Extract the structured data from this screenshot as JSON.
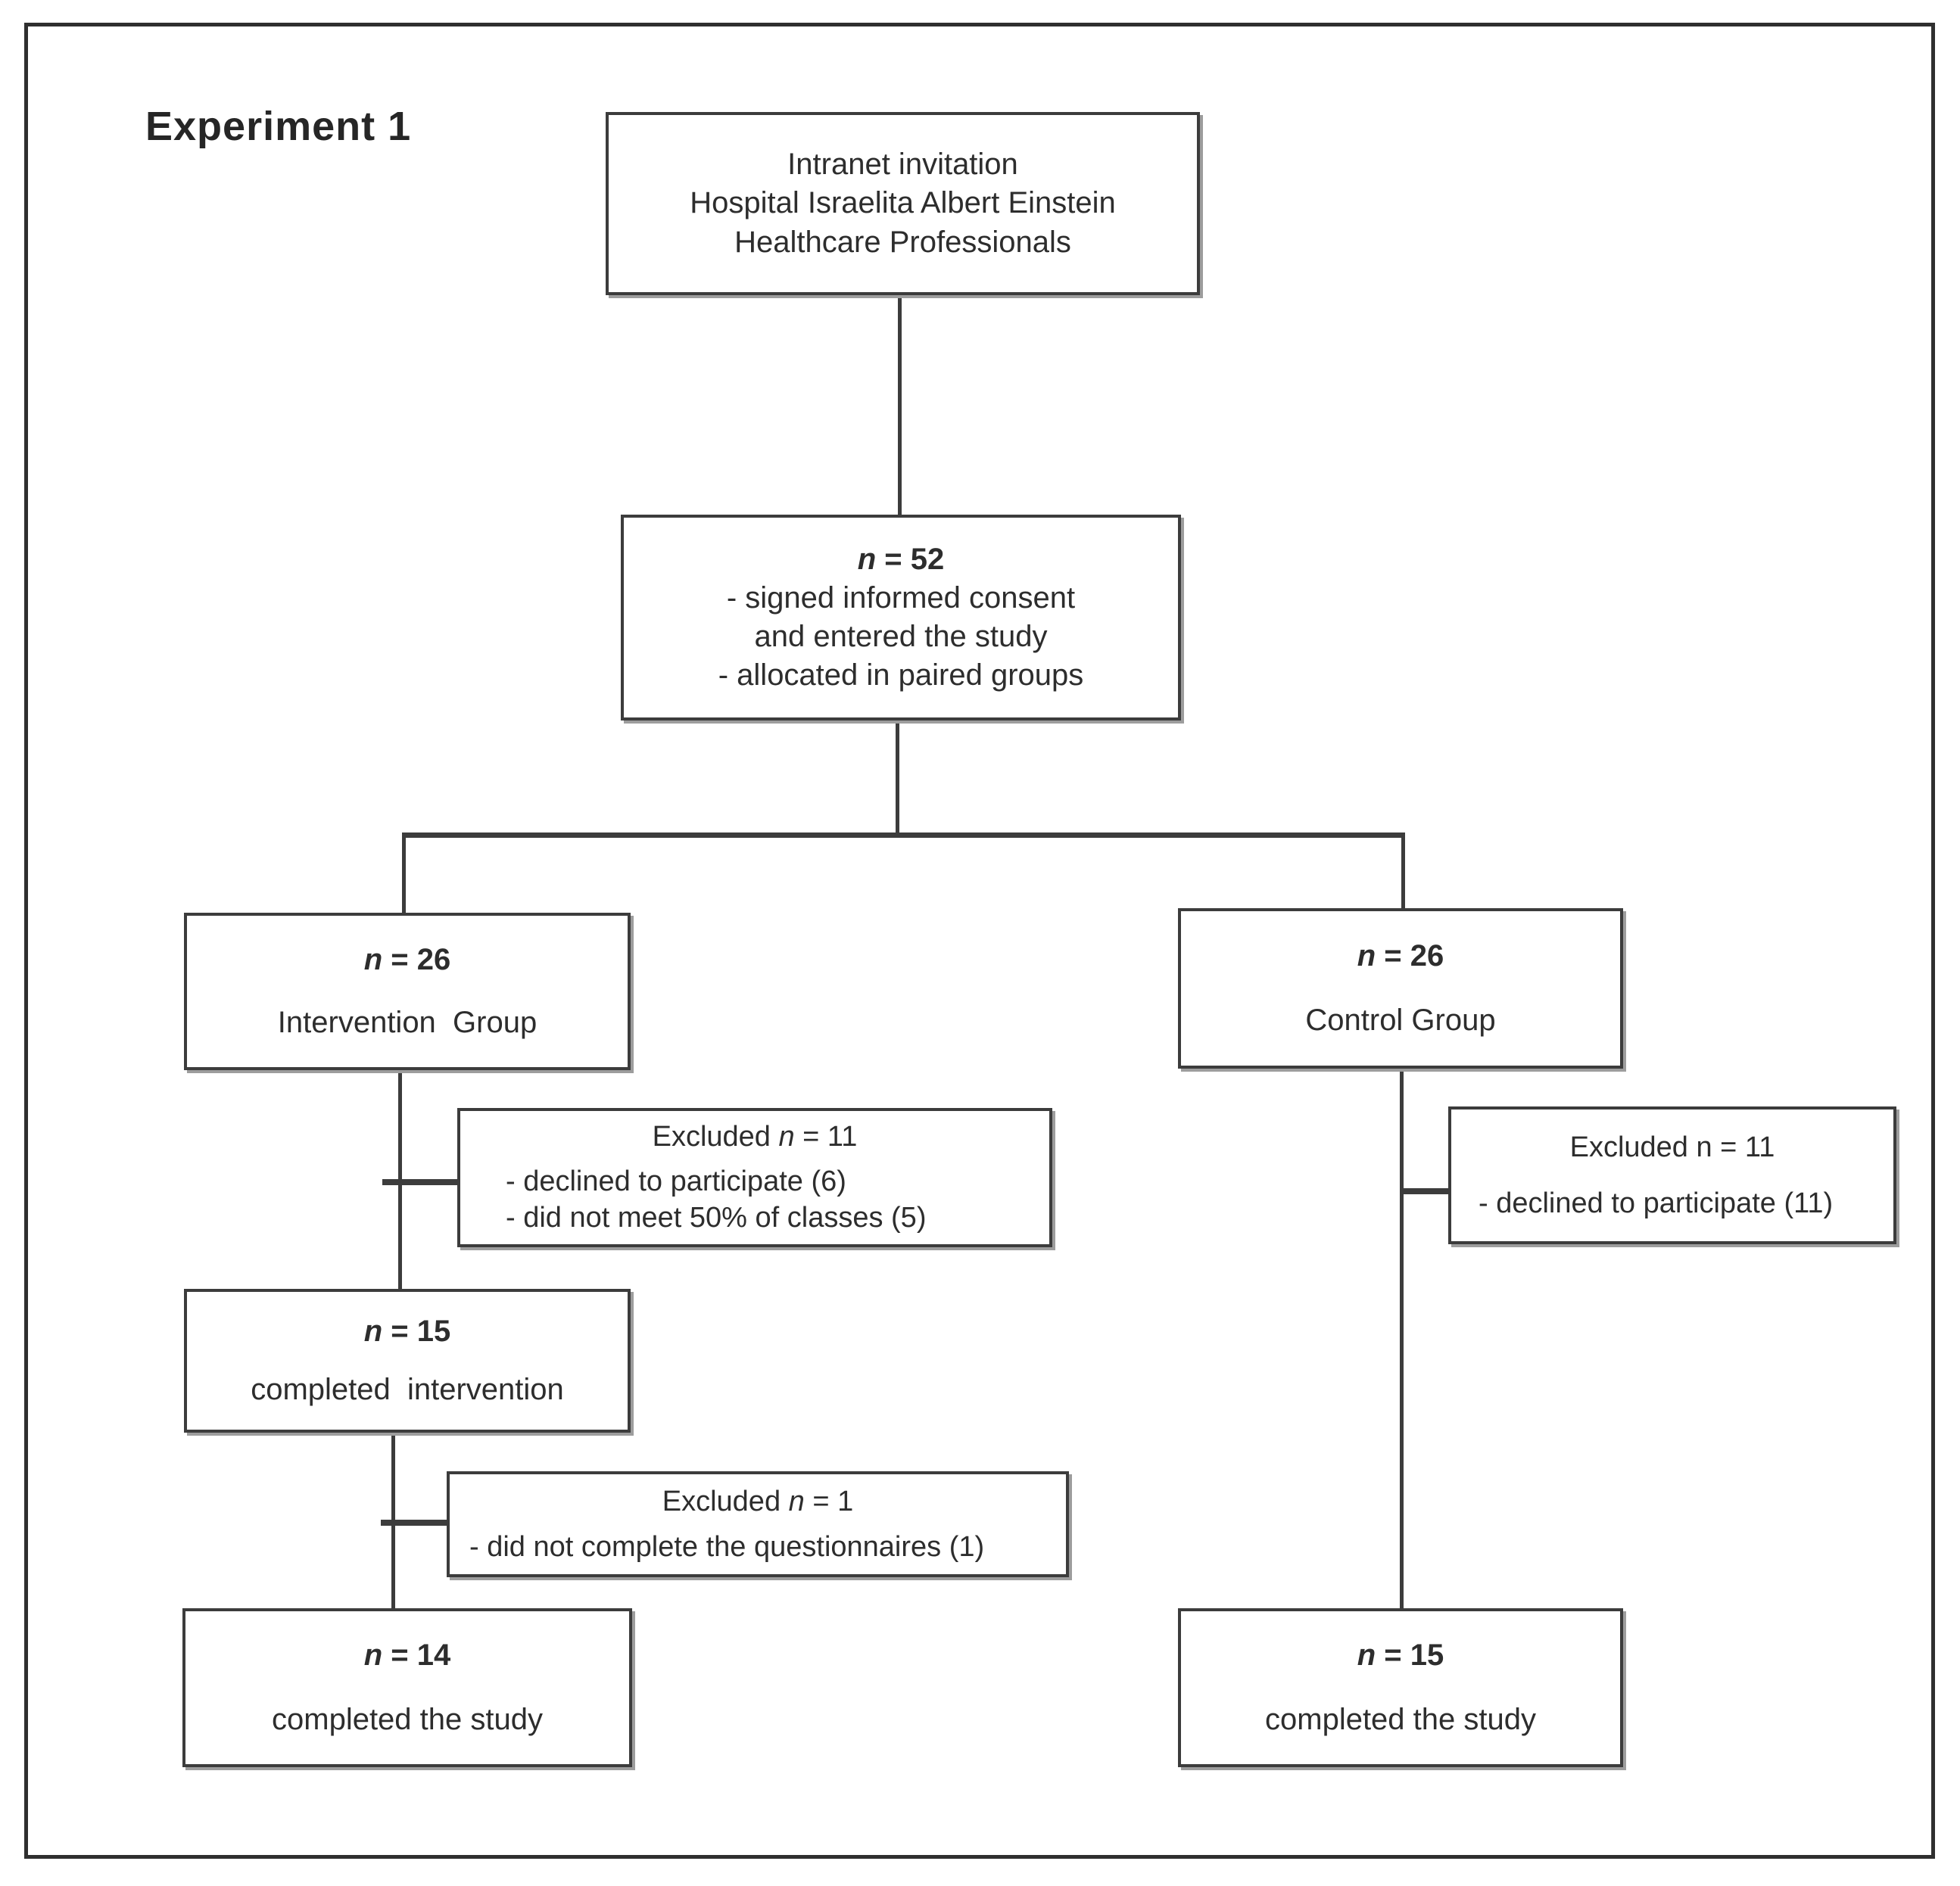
{
  "title": "Experiment 1",
  "boxes": {
    "invitation": {
      "line1": "Intranet invitation",
      "line2": "Hospital Israelita Albert Einstein",
      "line3": "Healthcare Professionals"
    },
    "enrollment": {
      "n_var": "n",
      "n_eq": " = 52",
      "item1": "- signed informed consent",
      "item1_cont": "and entered the study",
      "item2": "- allocated in paired groups"
    },
    "intervention_group": {
      "n_var": "n",
      "n_eq": " = 26",
      "label": "Intervention  Group"
    },
    "control_group": {
      "n_var": "n",
      "n_eq": " = 26",
      "label": "Control Group"
    },
    "intervention_excluded": {
      "title_pre": "Excluded ",
      "n_var": "n",
      "n_eq": " = 11",
      "item1": "- declined to participate (6)",
      "item2": "- did not meet 50% of classes (5)"
    },
    "control_excluded": {
      "title": "Excluded n = 11",
      "item1": "- declined to participate (11)"
    },
    "completed_intervention": {
      "n_var": "n",
      "n_eq": " = 15",
      "label": "completed  intervention"
    },
    "questionnaire_excluded": {
      "title_pre": "Excluded ",
      "n_var": "n",
      "n_eq": " = 1",
      "item1": "- did not complete the questionnaires (1)"
    },
    "intervention_completed_study": {
      "n_var": "n",
      "n_eq": " = 14",
      "label": "completed the study"
    },
    "control_completed_study": {
      "n_var": "n",
      "n_eq": " = 15",
      "label": "completed the study"
    }
  },
  "colors": {
    "line": "#3c3c3c",
    "text": "#2d2d2d",
    "frame": "#2f2f2f",
    "shadow": "#9d9d9d",
    "background": "#ffffff"
  }
}
